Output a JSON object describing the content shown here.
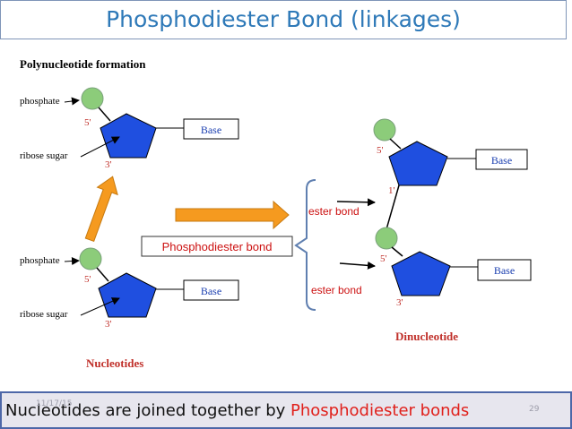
{
  "slide": {
    "title": "Phosphodiester Bond (linkages)",
    "date": "11/17/15",
    "page_number": "29",
    "caption_prefix": "Nucleotides are joined together by ",
    "caption_highlight": "Phosphodiester bonds",
    "caption_highlight_color": "#e0201b"
  },
  "diagram": {
    "heading": "Polynucleotide formation",
    "labels": {
      "phosphate": "phosphate",
      "ribose_sugar": "ribose sugar",
      "base": "Base",
      "five_prime": "5'",
      "three_prime": "3'",
      "one_prime": "1'",
      "phosphodiester_bond": "Phosphodiester bond",
      "ester_bond": "ester bond",
      "nucleotides": "Nucleotides",
      "dinucleotide": "Dinucleotide"
    },
    "colors": {
      "sugar_fill": "#1f4fe0",
      "phosphate_fill": "#8ccc7a",
      "arrow_fill": "#f59a1f",
      "bracket": "#5f7fb0",
      "label_red": "#cc1111",
      "base_text": "#1b3fb0"
    }
  }
}
